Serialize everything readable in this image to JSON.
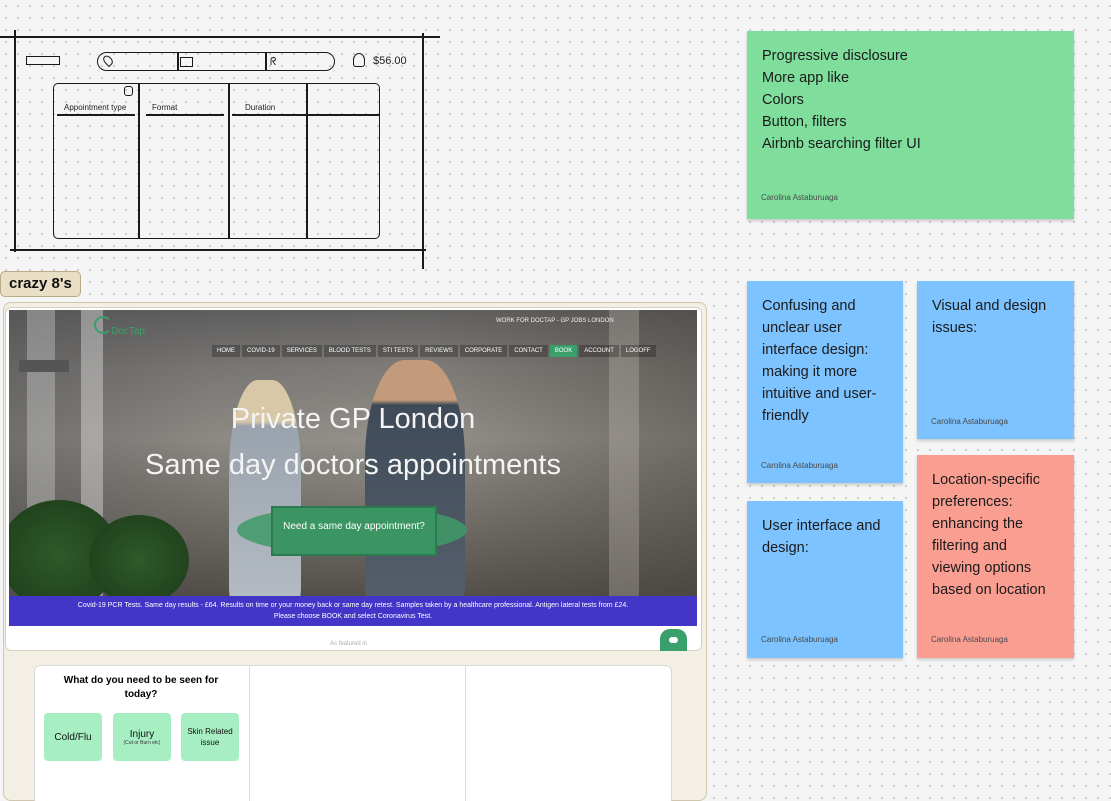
{
  "wireframe": {
    "price": "$56.00",
    "columns": [
      "Appointment type",
      "Format",
      "Duration"
    ]
  },
  "section_label": "crazy 8's",
  "site": {
    "logo": "DocTap",
    "top_link": "WORK FOR DOCTAP - GP JOBS LONDON",
    "nav": [
      "HOME",
      "COVID-19",
      "SERVICES",
      "BLOOD TESTS",
      "STI TESTS",
      "REVIEWS",
      "CORPORATE",
      "CONTACT",
      "BOOK",
      "ACCOUNT",
      "LOGOFF"
    ],
    "nav_active": "BOOK",
    "hero_title": "Private GP London",
    "hero_subtitle": "Same day doctors appointments",
    "cta": "Need a same day appointment?",
    "banner": "Covid-19 PCR Tests. Same day results - £64. Results on time or your money back or same day retest. Samples taken by a healthcare professional. Antigen lateral tests from £24. Please choose BOOK and select Coronavirus Test.",
    "featured": "As featured in"
  },
  "card": {
    "question": "What do you need to be seen for today?",
    "options": [
      {
        "label": "Cold/Flu",
        "sub": ""
      },
      {
        "label": "Injury",
        "sub": "(Cut or Burn etc)"
      },
      {
        "label": "Skin Related issue",
        "sub": ""
      }
    ]
  },
  "notes": {
    "green": {
      "text": "Progressive disclosure\nMore app like\nColors\nButton, filters\nAirbnb searching filter UI",
      "author": "Carolina Astaburuaga"
    },
    "confusing": {
      "text": "Confusing and unclear user interface design: making it more intuitive and user-friendly",
      "author": "Carolina Astaburuaga"
    },
    "visual": {
      "text": "Visual and design issues:",
      "author": "Carolina Astaburuaga"
    },
    "ui": {
      "text": "User interface and design:",
      "author": "Carolina Astaburuaga"
    },
    "location": {
      "text": "Location-specific preferences: enhancing the filtering and viewing options based on location",
      "author": "Carolina Astaburuaga"
    }
  },
  "colors": {
    "green_note": "#7fde9c",
    "blue_note": "#7cc3ff",
    "salmon_note": "#fb9e92",
    "brand_green": "#3aa06b",
    "banner_purple": "#4235c7"
  }
}
